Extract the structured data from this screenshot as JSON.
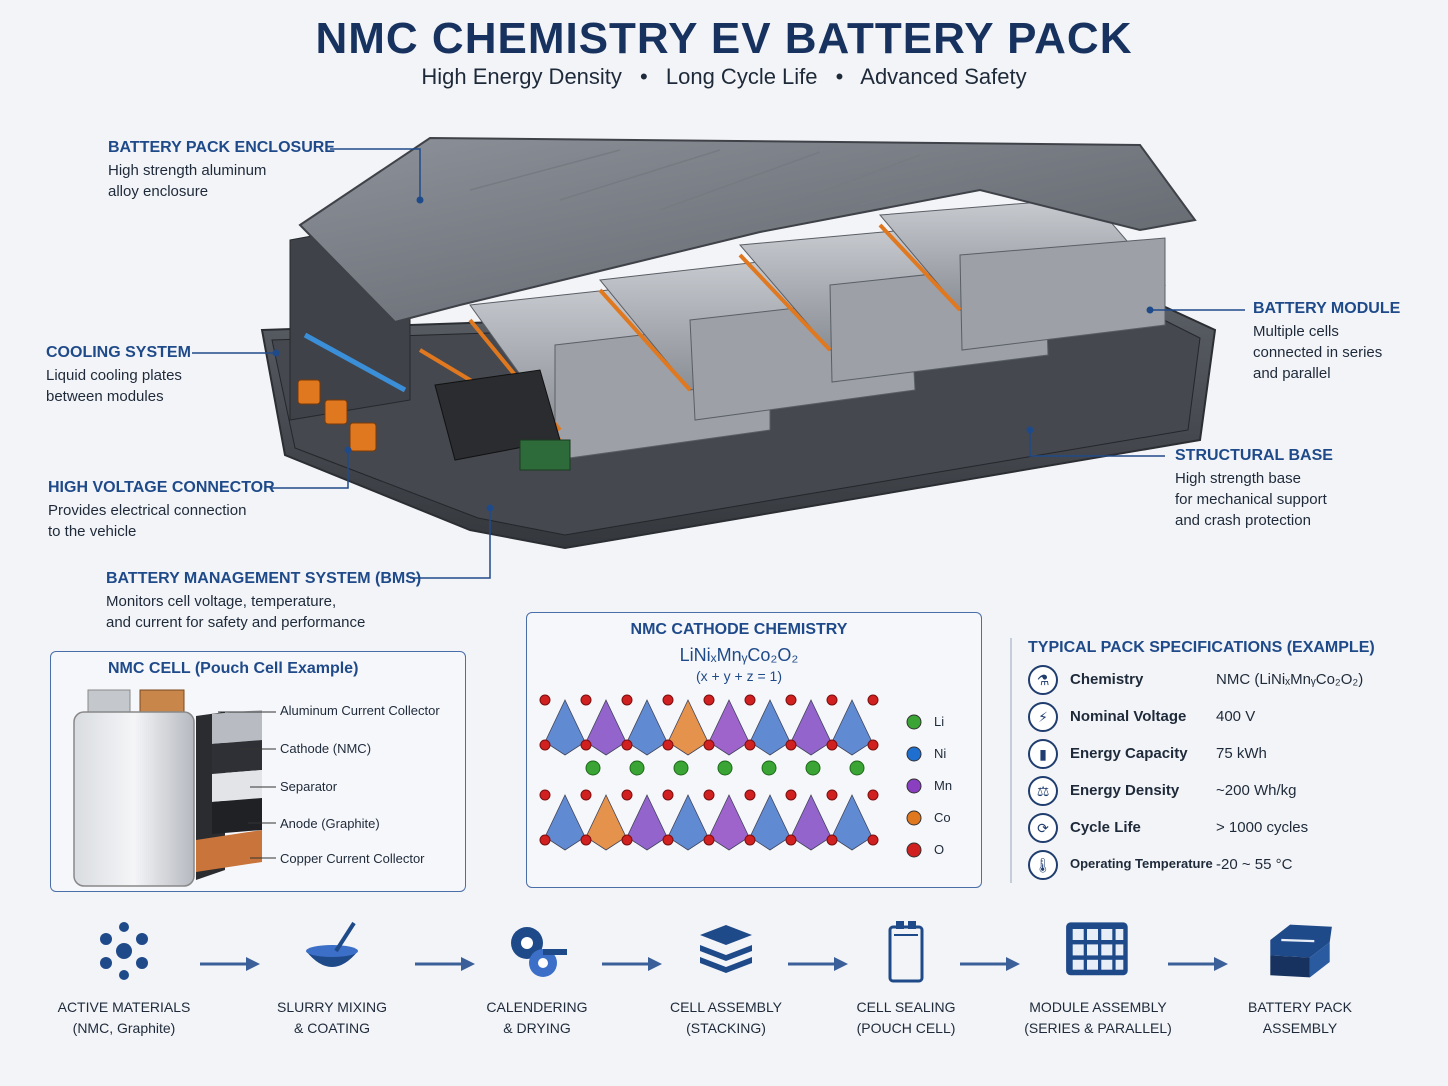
{
  "header": {
    "title": "NMC CHEMISTRY EV BATTERY PACK",
    "subtitle_items": [
      "High Energy Density",
      "Long Cycle Life",
      "Advanced Safety"
    ],
    "subtitle_sep": "•"
  },
  "callouts": {
    "enclosure": {
      "title": "BATTERY PACK ENCLOSURE",
      "line1": "High strength aluminum",
      "line2": "alloy enclosure"
    },
    "cooling": {
      "title": "COOLING SYSTEM",
      "line1": "Liquid cooling plates",
      "line2": "between modules"
    },
    "hv": {
      "title": "HIGH VOLTAGE CONNECTOR",
      "line1": "Provides electrical connection",
      "line2": "to the vehicle"
    },
    "bms": {
      "title": "BATTERY MANAGEMENT SYSTEM (BMS)",
      "line1": "Monitors cell voltage, temperature,",
      "line2": "and current for safety and performance"
    },
    "module": {
      "title": "BATTERY MODULE",
      "line1": "Multiple cells",
      "line2": "connected in series",
      "line3": "and parallel"
    },
    "base": {
      "title": "STRUCTURAL BASE",
      "line1": "High strength base",
      "line2": "for mechanical support",
      "line3": "and crash protection"
    }
  },
  "cell_panel": {
    "title": "NMC CELL (Pouch Cell Example)",
    "layers": [
      "Aluminum Current Collector",
      "Cathode (NMC)",
      "Separator",
      "Anode (Graphite)",
      "Copper Current Collector"
    ]
  },
  "chem_panel": {
    "title": "NMC CATHODE CHEMISTRY",
    "formula": "LiNiₓMnᵧCo₂O₂",
    "constraint": "(x + y + z = 1)",
    "legend": [
      {
        "label": "Li",
        "color": "#3aa535"
      },
      {
        "label": "Ni",
        "color": "#1f6fd0"
      },
      {
        "label": "Mn",
        "color": "#8a3fc0"
      },
      {
        "label": "Co",
        "color": "#e07820"
      },
      {
        "label": "O",
        "color": "#d02020"
      }
    ]
  },
  "specs": {
    "title": "TYPICAL PACK SPECIFICATIONS (EXAMPLE)",
    "rows": [
      {
        "name": "Chemistry",
        "value": "NMC (LiNiₓMnᵧCo₂O₂)",
        "icon": "flask-icon"
      },
      {
        "name": "Nominal Voltage",
        "value": "400 V",
        "icon": "bolt-icon"
      },
      {
        "name": "Energy Capacity",
        "value": "75 kWh",
        "icon": "battery-icon"
      },
      {
        "name": "Energy Density",
        "value": "~200 Wh/kg",
        "icon": "weight-icon"
      },
      {
        "name": "Cycle Life",
        "value": "> 1000 cycles",
        "icon": "cycle-icon"
      },
      {
        "name": "Operating Temperature",
        "value": "-20 ~ 55 °C",
        "icon": "thermometer-icon"
      }
    ]
  },
  "process": [
    {
      "line1": "ACTIVE MATERIALS",
      "line2": "(NMC, Graphite)",
      "icon": "molecule-icon"
    },
    {
      "line1": "SLURRY MIXING",
      "line2": "& COATING",
      "icon": "mixing-bowl-icon"
    },
    {
      "line1": "CALENDERING",
      "line2": "& DRYING",
      "icon": "roller-icon"
    },
    {
      "line1": "CELL ASSEMBLY",
      "line2": "(STACKING)",
      "icon": "stack-icon"
    },
    {
      "line1": "CELL SEALING",
      "line2": "(POUCH CELL)",
      "icon": "pouch-icon"
    },
    {
      "line1": "MODULE ASSEMBLY",
      "line2": "(SERIES & PARALLEL)",
      "icon": "module-icon"
    },
    {
      "line1": "BATTERY PACK",
      "line2": "ASSEMBLY",
      "icon": "pack-icon"
    }
  ],
  "colors": {
    "navy": "#17325f",
    "accent": "#1f4a8a",
    "copper": "#e07820"
  }
}
